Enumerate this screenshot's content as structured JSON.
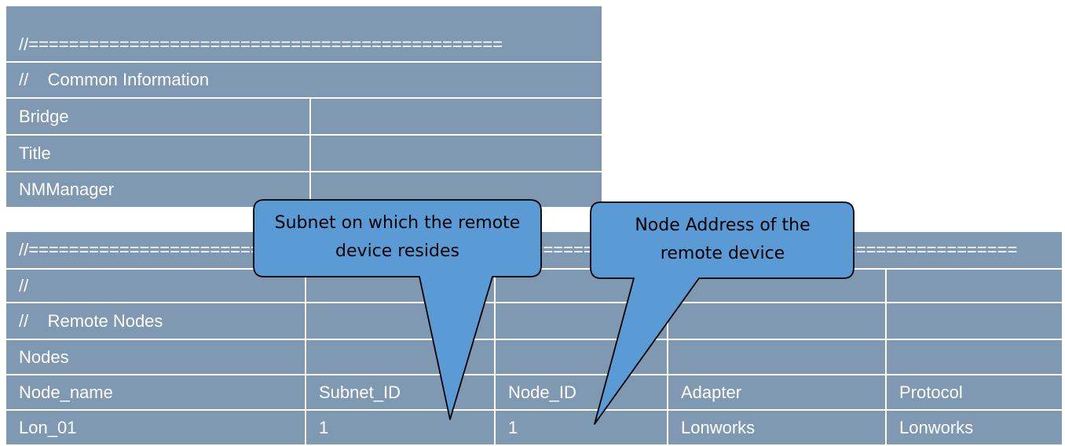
{
  "common_table": {
    "separator": "//===============================================",
    "header": "//    Common Information",
    "rows": [
      {
        "label": "Bridge",
        "value": ""
      },
      {
        "label": "Title",
        "value": ""
      },
      {
        "label": "NMManager",
        "value": ""
      }
    ]
  },
  "remote_table": {
    "separator": "//==================================================================================================",
    "comment": "//",
    "header": "//    Remote Nodes",
    "section": "Nodes",
    "columns": [
      "Node_name",
      "Subnet_ID",
      "Node_ID",
      "Adapter",
      "Protocol"
    ],
    "rows": [
      [
        "Lon_01",
        "1",
        "1",
        "Lonworks",
        "Lonworks"
      ]
    ]
  },
  "callouts": {
    "subnet": {
      "line1": "Subnet on which the remote",
      "line2": "device resides"
    },
    "node": {
      "line1": "Node Address of the",
      "line2": "remote device"
    }
  },
  "colors": {
    "table_fill": "#7f99b2",
    "table_text": "#ffffff",
    "callout_fill": "#5b9bd5",
    "callout_stroke": "#000000"
  }
}
